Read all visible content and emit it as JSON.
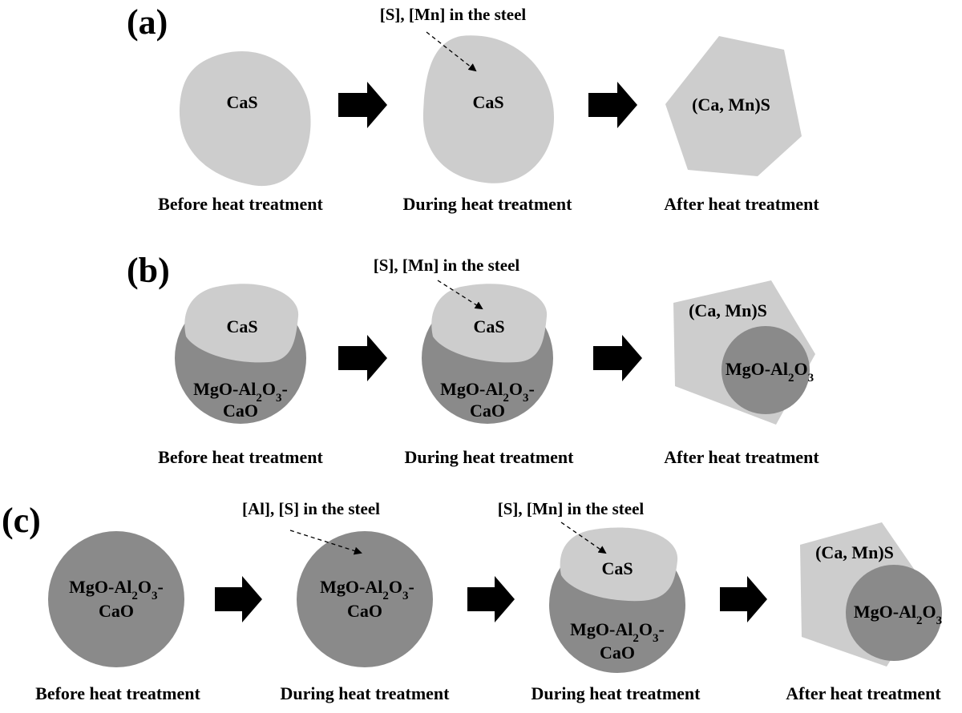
{
  "panel_a": {
    "label": "(a)",
    "note": "[S], [Mn] in the steel",
    "inclusions": [
      "CaS",
      "CaS",
      "(Ca, Mn)S"
    ],
    "captions": [
      "Before heat treatment",
      "During heat treatment",
      "After heat treatment"
    ]
  },
  "panel_b": {
    "label": "(b)",
    "note": "[S], [Mn] in the steel",
    "before": {
      "top": "CaS",
      "core_line1": "MgO-Al",
      "core_sub1": "2",
      "core_mid": "O",
      "core_sub2": "3",
      "core_tail": "-",
      "core_line2": "CaO"
    },
    "during": {
      "top": "CaS",
      "core_line1": "MgO-Al",
      "core_sub1": "2",
      "core_mid": "O",
      "core_sub2": "3",
      "core_tail": "-",
      "core_line2": "CaO"
    },
    "after": {
      "shell": "(Ca, Mn)S",
      "core_main": "MgO-Al",
      "core_sub1": "2",
      "core_mid": "O",
      "core_sub2": "3"
    },
    "captions": [
      "Before heat treatment",
      "During heat treatment",
      "After heat treatment"
    ]
  },
  "panel_c": {
    "label": "(c)",
    "note1": "[Al], [S] in the steel",
    "note2": "[S], [Mn] in the steel",
    "step1": {
      "line1": "MgO-Al",
      "sub1": "2",
      "mid": "O",
      "sub2": "3",
      "tail": "-",
      "line2": "CaO"
    },
    "step2": {
      "line1": "MgO-Al",
      "sub1": "2",
      "mid": "O",
      "sub2": "3",
      "tail": "-",
      "line2": "CaO"
    },
    "step3": {
      "top": "CaS",
      "line1": "MgO-Al",
      "sub1": "2",
      "mid": "O",
      "sub2": "3",
      "tail": "-",
      "line2": "CaO"
    },
    "step4": {
      "shell": "(Ca, Mn)S",
      "core_main": "MgO-Al",
      "core_sub1": "2",
      "core_mid": "O",
      "core_sub2": "3"
    },
    "captions": [
      "Before heat treatment",
      "During heat treatment",
      "During heat treatment",
      "After heat treatment"
    ]
  },
  "colors": {
    "light_phase": "#cdcdcd",
    "dark_phase": "#8a8a8a",
    "arrow": "#000000"
  }
}
